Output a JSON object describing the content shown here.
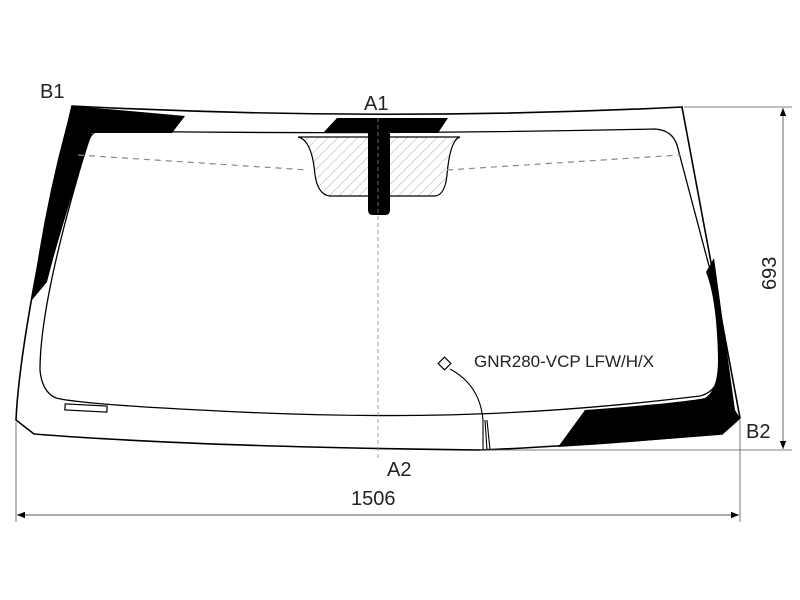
{
  "labels": {
    "b1": "B1",
    "a1": "A1",
    "a2": "A2",
    "b2": "B2",
    "part_code": "GNR280-VCP LFW/H/X"
  },
  "dimensions": {
    "width": "1506",
    "height": "693"
  },
  "colors": {
    "line": "#000000",
    "dim_line": "#555555",
    "dashed": "#888888"
  }
}
